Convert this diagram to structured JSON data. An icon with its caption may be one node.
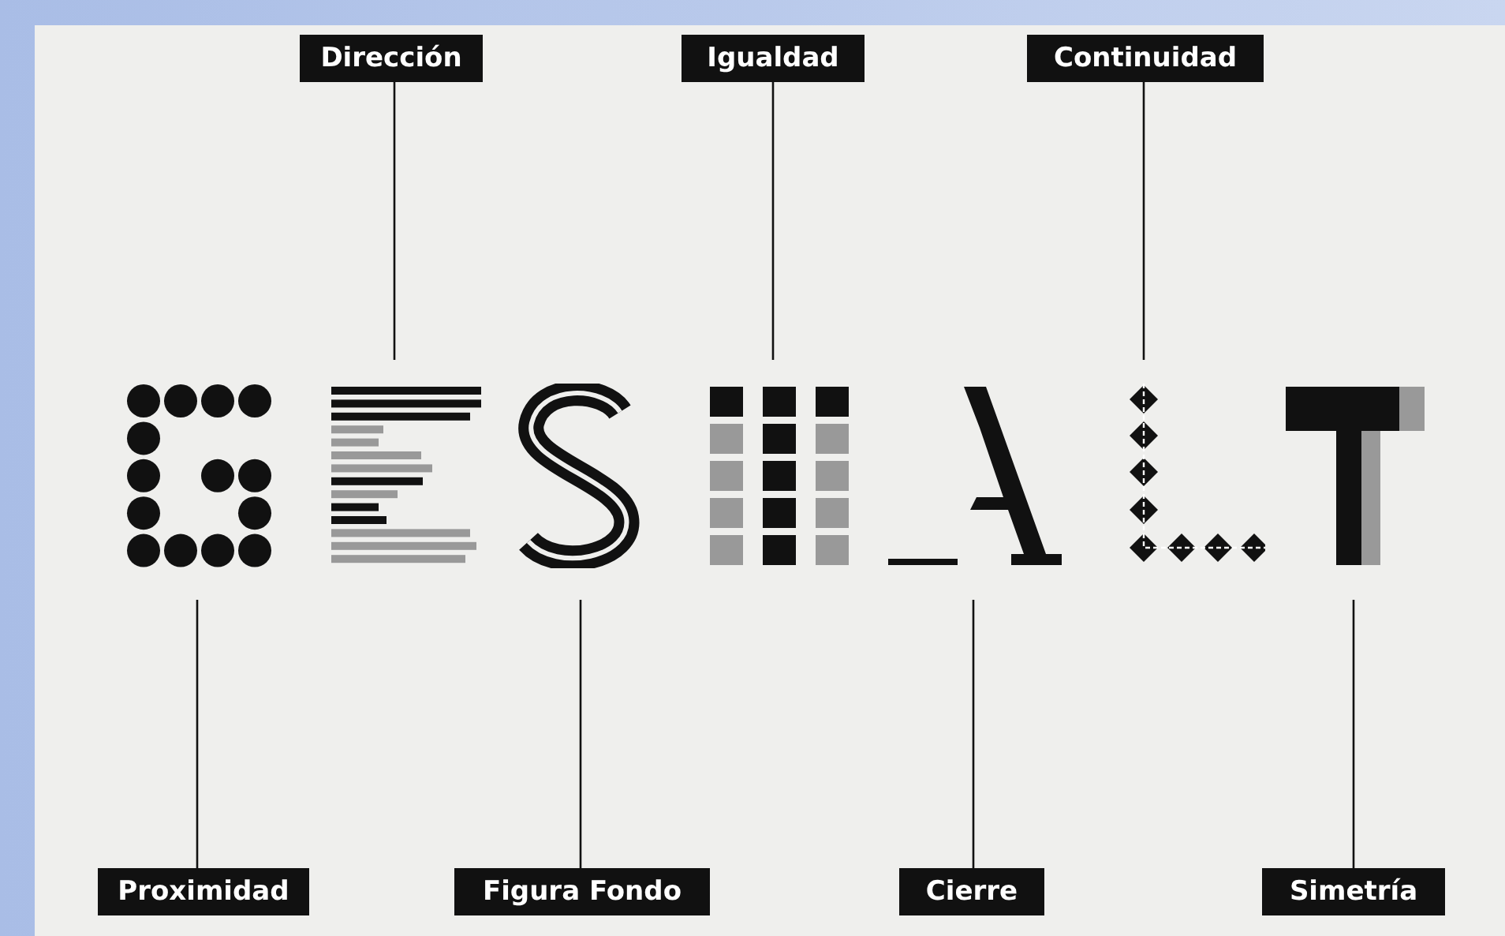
{
  "diagram": {
    "nodes": [
      {
        "text": [
          "Dirección"
        ]
      },
      {
        "text": [
          "Igualdad"
        ]
      },
      {
        "text": [
          "Continuidad"
        ]
      },
      {
        "text": [],
        "shape": "picture"
      },
      {
        "text": [],
        "shape": "picture"
      },
      {
        "text": [],
        "shape": "picture"
      },
      {
        "text": [],
        "shape": "picture"
      },
      {
        "text": [],
        "shape": "picture"
      },
      {
        "text": [],
        "shape": "picture"
      },
      {
        "text": [],
        "shape": "picture"
      },
      {
        "text": [
          "Proximidad"
        ]
      },
      {
        "text": [
          "Figura Fondo"
        ]
      },
      {
        "text": [
          "Cierre"
        ]
      },
      {
        "text": [
          "Simetría"
        ]
      }
    ],
    "edges": [
      {
        "from": 0,
        "to": 4,
        "arrow": "none"
      },
      {
        "from": 1,
        "to": 6,
        "arrow": "none"
      },
      {
        "from": 2,
        "to": 8,
        "arrow": "none"
      },
      {
        "from": 10,
        "to": 3,
        "arrow": "none"
      },
      {
        "from": 11,
        "to": 5,
        "arrow": "none"
      },
      {
        "from": 12,
        "to": 7,
        "arrow": "none"
      },
      {
        "from": 13,
        "to": 9,
        "arrow": "none"
      }
    ]
  }
}
